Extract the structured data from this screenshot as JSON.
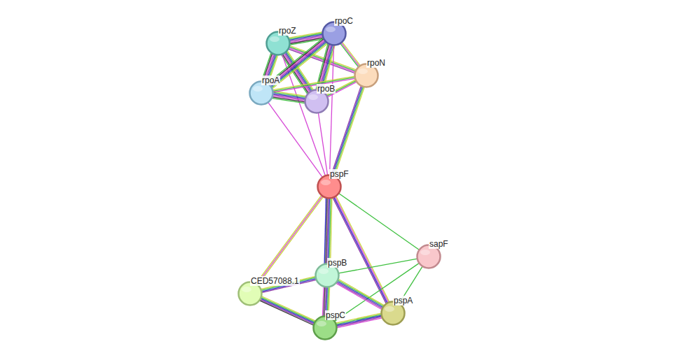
{
  "diagram": {
    "nodes": [
      {
        "text": [
          "rpoZ"
        ]
      },
      {
        "text": [
          "rpoC"
        ]
      },
      {
        "text": [
          "rpoN"
        ]
      },
      {
        "text": [
          "rpoA"
        ]
      },
      {
        "text": [
          "rpoB"
        ]
      },
      {
        "text": [
          "pspF"
        ]
      },
      {
        "text": [
          "sapF"
        ]
      },
      {
        "text": [
          "pspB"
        ]
      },
      {
        "text": [
          "CED57088.1"
        ]
      },
      {
        "text": [
          "pspA"
        ]
      },
      {
        "text": [
          "pspC"
        ]
      }
    ],
    "edges": [
      {
        "from": 0,
        "to": 1,
        "arrow": "none"
      },
      {
        "from": 0,
        "to": 3,
        "arrow": "none"
      },
      {
        "from": 0,
        "to": 4,
        "arrow": "none"
      },
      {
        "from": 0,
        "to": 2,
        "arrow": "none"
      },
      {
        "from": 0,
        "to": 5,
        "arrow": "none"
      },
      {
        "from": 1,
        "to": 3,
        "arrow": "none"
      },
      {
        "from": 1,
        "to": 4,
        "arrow": "none"
      },
      {
        "from": 1,
        "to": 2,
        "arrow": "none"
      },
      {
        "from": 1,
        "to": 5,
        "arrow": "none"
      },
      {
        "from": 3,
        "to": 4,
        "arrow": "none"
      },
      {
        "from": 3,
        "to": 2,
        "arrow": "none"
      },
      {
        "from": 3,
        "to": 5,
        "arrow": "none"
      },
      {
        "from": 4,
        "to": 2,
        "arrow": "none"
      },
      {
        "from": 4,
        "to": 5,
        "arrow": "none"
      },
      {
        "from": 2,
        "to": 5,
        "arrow": "none"
      },
      {
        "from": 5,
        "to": 8,
        "arrow": "none"
      },
      {
        "from": 5,
        "to": 7,
        "arrow": "none"
      },
      {
        "from": 5,
        "to": 9,
        "arrow": "none"
      },
      {
        "from": 5,
        "to": 6,
        "arrow": "none"
      },
      {
        "from": 7,
        "to": 6,
        "arrow": "none"
      },
      {
        "from": 9,
        "to": 6,
        "arrow": "none"
      },
      {
        "from": 10,
        "to": 6,
        "arrow": "none"
      },
      {
        "from": 8,
        "to": 7,
        "arrow": "none"
      },
      {
        "from": 8,
        "to": 10,
        "arrow": "none"
      },
      {
        "from": 7,
        "to": 10,
        "arrow": "none"
      },
      {
        "from": 7,
        "to": 9,
        "arrow": "none"
      },
      {
        "from": 10,
        "to": 9,
        "arrow": "none"
      }
    ]
  }
}
